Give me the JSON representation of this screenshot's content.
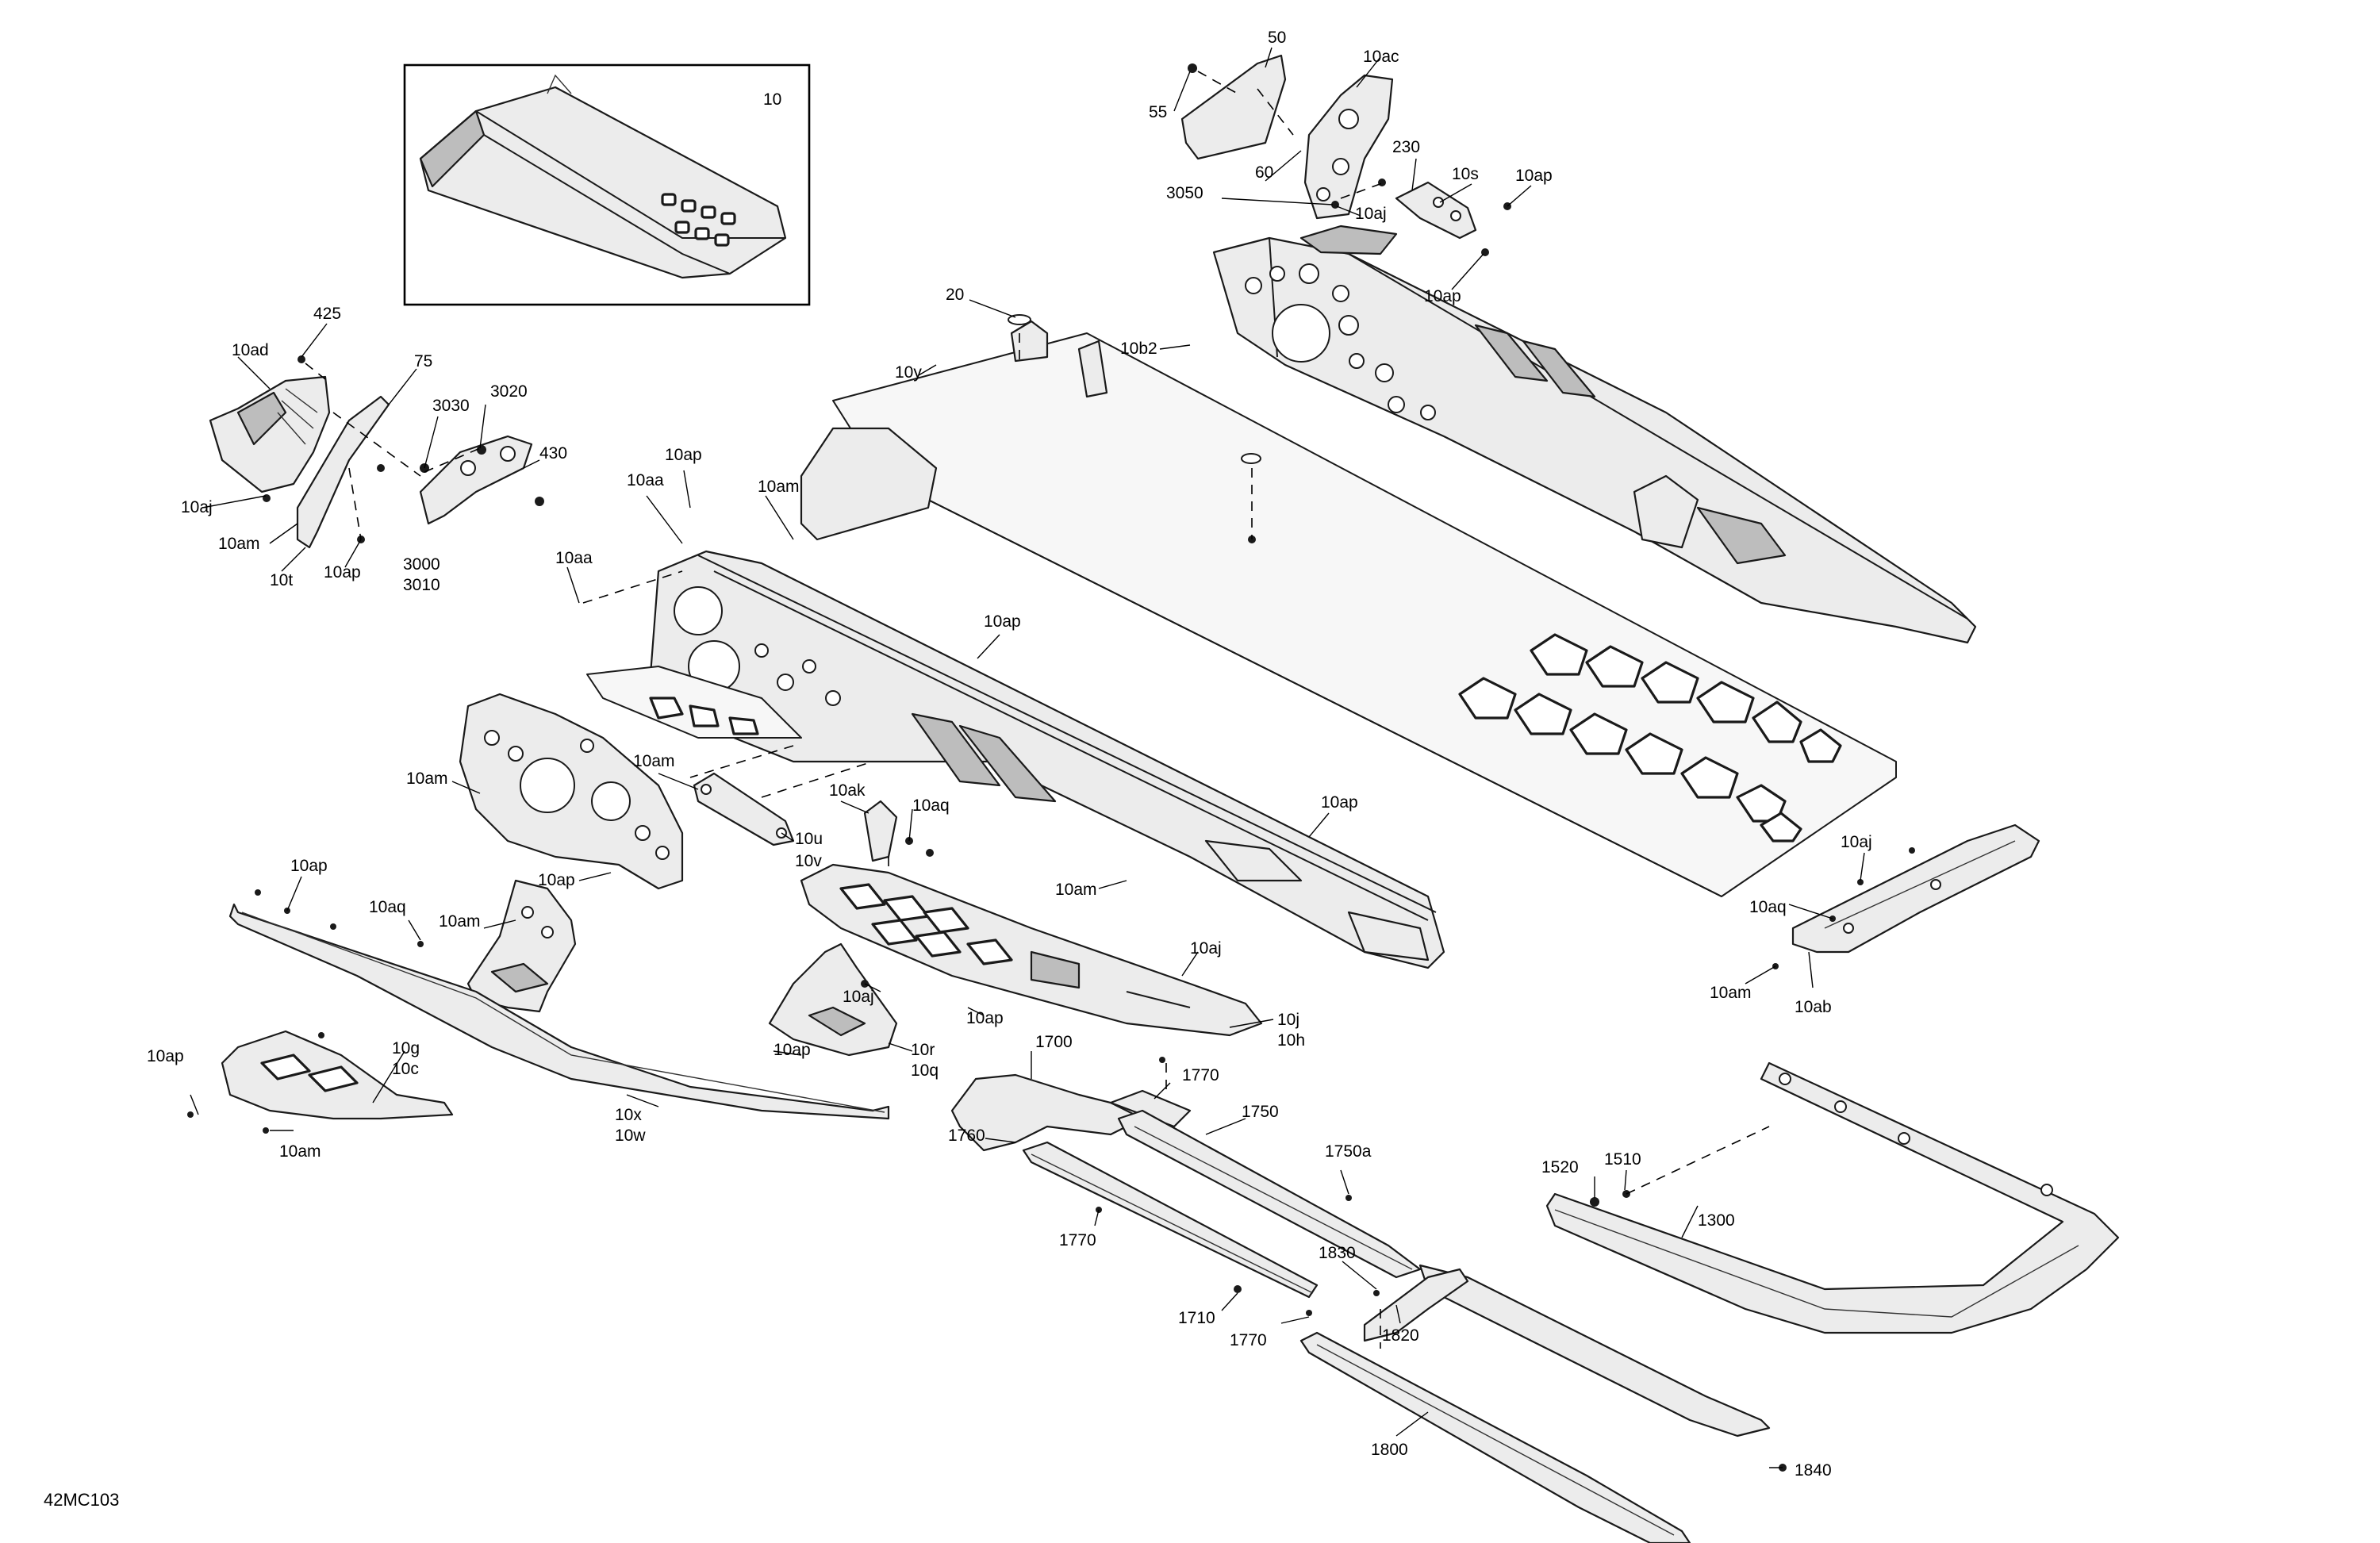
{
  "diagram": {
    "reference_code": "42MC103",
    "inset_label": "10",
    "callouts": [
      {
        "id": "c50",
        "text": "50"
      },
      {
        "id": "c55",
        "text": "55"
      },
      {
        "id": "c10ac",
        "text": "10ac"
      },
      {
        "id": "c60",
        "text": "60"
      },
      {
        "id": "c230",
        "text": "230"
      },
      {
        "id": "c10s",
        "text": "10s"
      },
      {
        "id": "c10ap_tr",
        "text": "10ap"
      },
      {
        "id": "c3050",
        "text": "3050"
      },
      {
        "id": "c10aj_tr",
        "text": "10aj"
      },
      {
        "id": "c10ap_tr2",
        "text": "10ap"
      },
      {
        "id": "c20",
        "text": "20"
      },
      {
        "id": "c10b2",
        "text": "10b2"
      },
      {
        "id": "c10y",
        "text": "10y"
      },
      {
        "id": "c425",
        "text": "425"
      },
      {
        "id": "c10ad",
        "text": "10ad"
      },
      {
        "id": "c75",
        "text": "75"
      },
      {
        "id": "c3030",
        "text": "3030"
      },
      {
        "id": "c3020",
        "text": "3020"
      },
      {
        "id": "c430",
        "text": "430"
      },
      {
        "id": "c10aj_l",
        "text": "10aj"
      },
      {
        "id": "c10am_l",
        "text": "10am"
      },
      {
        "id": "c10t",
        "text": "10t"
      },
      {
        "id": "c10ap_l",
        "text": "10ap"
      },
      {
        "id": "c3000",
        "text": "3000"
      },
      {
        "id": "c3010",
        "text": "3010"
      },
      {
        "id": "c10ap_m",
        "text": "10ap"
      },
      {
        "id": "c10aa_1",
        "text": "10aa"
      },
      {
        "id": "c10am_m",
        "text": "10am"
      },
      {
        "id": "c10aa_2",
        "text": "10aa"
      },
      {
        "id": "c10ap_c",
        "text": "10ap"
      },
      {
        "id": "c10am_ml",
        "text": "10am"
      },
      {
        "id": "c10am_mc",
        "text": "10am"
      },
      {
        "id": "c10ak",
        "text": "10ak"
      },
      {
        "id": "c10aq_c",
        "text": "10aq"
      },
      {
        "id": "c10u",
        "text": "10u"
      },
      {
        "id": "c10v",
        "text": "10v"
      },
      {
        "id": "c10ap_r",
        "text": "10ap"
      },
      {
        "id": "c10am_c",
        "text": "10am"
      },
      {
        "id": "c10ap_ml",
        "text": "10ap"
      },
      {
        "id": "c10ap_bl",
        "text": "10ap"
      },
      {
        "id": "c10aq_bl",
        "text": "10aq"
      },
      {
        "id": "c10am_bl",
        "text": "10am"
      },
      {
        "id": "c10aj_c",
        "text": "10aj"
      },
      {
        "id": "c10aj_c2",
        "text": "10aj"
      },
      {
        "id": "c10ap_c2",
        "text": "10ap"
      },
      {
        "id": "c10j",
        "text": "10j"
      },
      {
        "id": "c10h",
        "text": "10h"
      },
      {
        "id": "c10r",
        "text": "10r"
      },
      {
        "id": "c10q",
        "text": "10q"
      },
      {
        "id": "c10ap_cb",
        "text": "10ap"
      },
      {
        "id": "c10ap_fl",
        "text": "10ap"
      },
      {
        "id": "c10g",
        "text": "10g"
      },
      {
        "id": "c10c",
        "text": "10c"
      },
      {
        "id": "c10am_fl",
        "text": "10am"
      },
      {
        "id": "c10x",
        "text": "10x"
      },
      {
        "id": "c10w",
        "text": "10w"
      },
      {
        "id": "c10aj_rr",
        "text": "10aj"
      },
      {
        "id": "c10aq_rr",
        "text": "10aq"
      },
      {
        "id": "c10am_rr",
        "text": "10am"
      },
      {
        "id": "c10ab",
        "text": "10ab"
      },
      {
        "id": "c1700",
        "text": "1700"
      },
      {
        "id": "c1770_a",
        "text": "1770"
      },
      {
        "id": "c1750",
        "text": "1750"
      },
      {
        "id": "c1760",
        "text": "1760"
      },
      {
        "id": "c1750a",
        "text": "1750a"
      },
      {
        "id": "c1770_b",
        "text": "1770"
      },
      {
        "id": "c1830",
        "text": "1830"
      },
      {
        "id": "c1710",
        "text": "1710"
      },
      {
        "id": "c1770_c",
        "text": "1770"
      },
      {
        "id": "c1820",
        "text": "1820"
      },
      {
        "id": "c1800",
        "text": "1800"
      },
      {
        "id": "c1520",
        "text": "1520"
      },
      {
        "id": "c1510",
        "text": "1510"
      },
      {
        "id": "c1300",
        "text": "1300"
      },
      {
        "id": "c1840",
        "text": "1840"
      }
    ]
  }
}
